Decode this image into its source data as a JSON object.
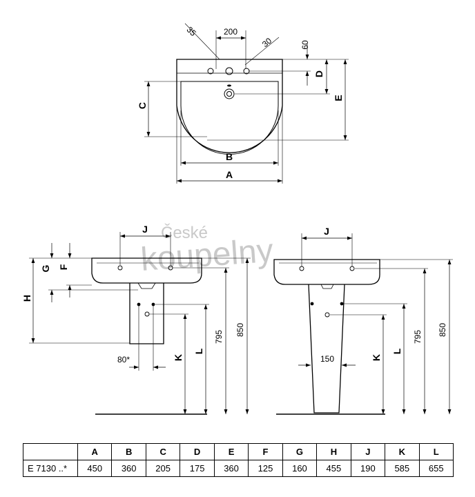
{
  "watermark": {
    "line1": "České",
    "line2": "koupelny"
  },
  "top_view": {
    "angle_left": "35",
    "hole_spacing": "200",
    "angle_right": "30",
    "dim_60": "60",
    "labels": {
      "A": "A",
      "B": "B",
      "C": "C",
      "D": "D",
      "E": "E"
    }
  },
  "side_view": {
    "labels": {
      "J": "J",
      "G": "G",
      "F": "F",
      "H": "H",
      "K": "K",
      "L": "L"
    },
    "dim_80": "80*",
    "dim_795": "795",
    "dim_850": "850"
  },
  "front_view": {
    "labels": {
      "J": "J",
      "K": "K",
      "L": "L"
    },
    "dim_150": "150",
    "dim_795": "795",
    "dim_850": "850"
  },
  "table": {
    "columns": [
      "A",
      "B",
      "C",
      "D",
      "E",
      "F",
      "G",
      "H",
      "J",
      "K",
      "L"
    ],
    "rows": [
      {
        "name": "E 7130 ..*",
        "values": [
          "450",
          "360",
          "205",
          "175",
          "360",
          "125",
          "160",
          "455",
          "190",
          "585",
          "655"
        ]
      }
    ]
  }
}
